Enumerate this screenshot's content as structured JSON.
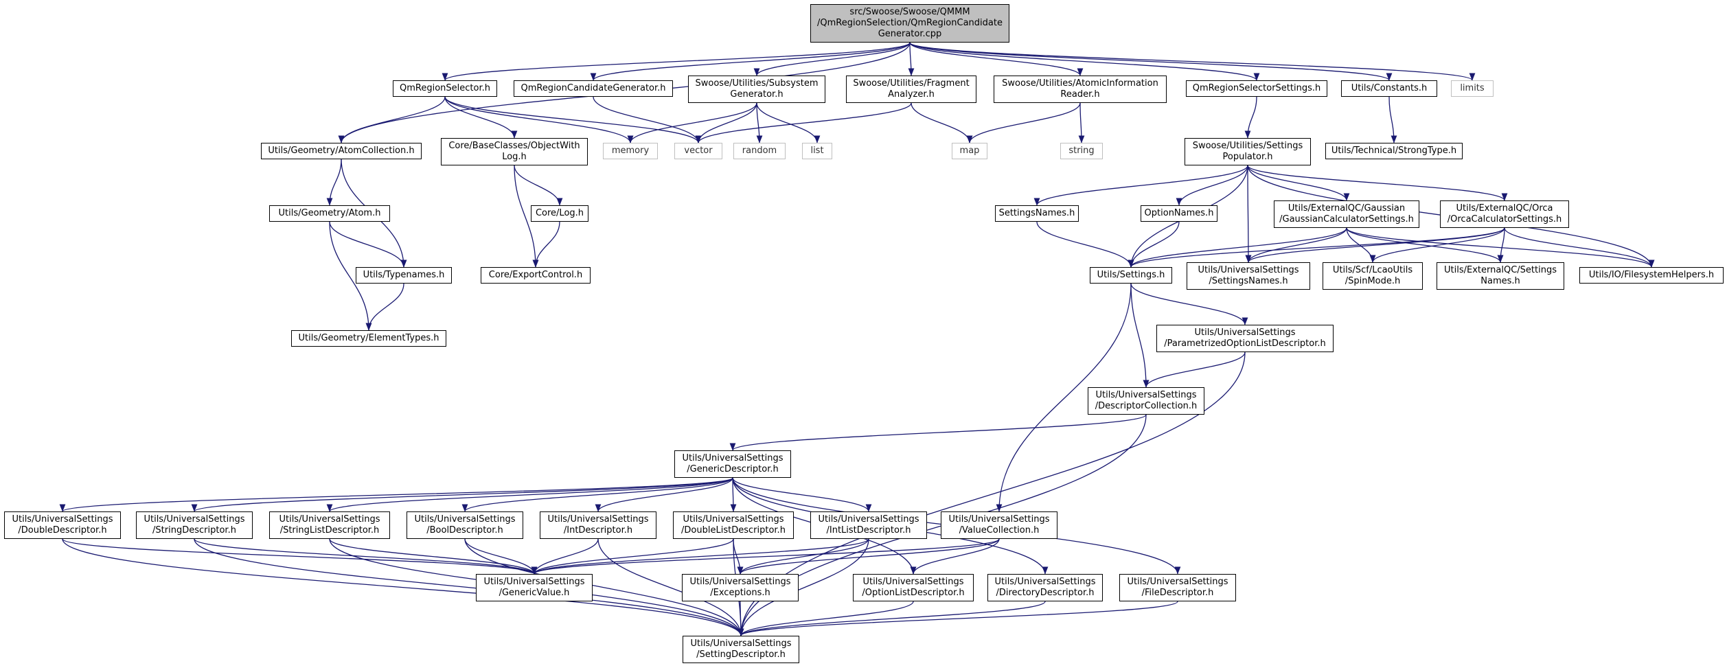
{
  "colors": {
    "edge": "#191970",
    "node_border": "#000000",
    "root_fill": "#bfbfbf",
    "external_border": "#bfbfbf"
  },
  "nodes": [
    {
      "id": "root",
      "lines": [
        "src/Swoose/Swoose/QMMM",
        "/QmRegionSelection/QmRegionCandidate",
        "Generator.cpp"
      ],
      "kind": "root"
    },
    {
      "id": "qmsel",
      "lines": [
        "QmRegionSelector.h"
      ],
      "kind": "file"
    },
    {
      "id": "qmcand",
      "lines": [
        "QmRegionCandidateGenerator.h"
      ],
      "kind": "file"
    },
    {
      "id": "subsys",
      "lines": [
        "Swoose/Utilities/Subsystem",
        "Generator.h"
      ],
      "kind": "file"
    },
    {
      "id": "frag",
      "lines": [
        "Swoose/Utilities/Fragment",
        "Analyzer.h"
      ],
      "kind": "file"
    },
    {
      "id": "atominfo",
      "lines": [
        "Swoose/Utilities/AtomicInformation",
        "Reader.h"
      ],
      "kind": "file"
    },
    {
      "id": "qmselset",
      "lines": [
        "QmRegionSelectorSettings.h"
      ],
      "kind": "file"
    },
    {
      "id": "consts",
      "lines": [
        "Utils/Constants.h"
      ],
      "kind": "file"
    },
    {
      "id": "limits",
      "lines": [
        "limits"
      ],
      "kind": "external"
    },
    {
      "id": "atomcoll",
      "lines": [
        "Utils/Geometry/AtomCollection.h"
      ],
      "kind": "file"
    },
    {
      "id": "objlog",
      "lines": [
        "Core/BaseClasses/ObjectWith",
        "Log.h"
      ],
      "kind": "file"
    },
    {
      "id": "memory",
      "lines": [
        "memory"
      ],
      "kind": "external"
    },
    {
      "id": "vector",
      "lines": [
        "vector"
      ],
      "kind": "external"
    },
    {
      "id": "random",
      "lines": [
        "random"
      ],
      "kind": "external"
    },
    {
      "id": "list",
      "lines": [
        "list"
      ],
      "kind": "external"
    },
    {
      "id": "map",
      "lines": [
        "map"
      ],
      "kind": "external"
    },
    {
      "id": "string",
      "lines": [
        "string"
      ],
      "kind": "external"
    },
    {
      "id": "settpop",
      "lines": [
        "Swoose/Utilities/Settings",
        "Populator.h"
      ],
      "kind": "file"
    },
    {
      "id": "strongtype",
      "lines": [
        "Utils/Technical/StrongType.h"
      ],
      "kind": "file"
    },
    {
      "id": "atom",
      "lines": [
        "Utils/Geometry/Atom.h"
      ],
      "kind": "file"
    },
    {
      "id": "corelog",
      "lines": [
        "Core/Log.h"
      ],
      "kind": "file"
    },
    {
      "id": "setnames",
      "lines": [
        "SettingsNames.h"
      ],
      "kind": "file"
    },
    {
      "id": "optnames",
      "lines": [
        "OptionNames.h"
      ],
      "kind": "file"
    },
    {
      "id": "gauss",
      "lines": [
        "Utils/ExternalQC/Gaussian",
        "/GaussianCalculatorSettings.h"
      ],
      "kind": "file"
    },
    {
      "id": "orca",
      "lines": [
        "Utils/ExternalQC/Orca",
        "/OrcaCalculatorSettings.h"
      ],
      "kind": "file"
    },
    {
      "id": "typenames",
      "lines": [
        "Utils/Typenames.h"
      ],
      "kind": "file"
    },
    {
      "id": "exportctl",
      "lines": [
        "Core/ExportControl.h"
      ],
      "kind": "file"
    },
    {
      "id": "settings",
      "lines": [
        "Utils/Settings.h"
      ],
      "kind": "file"
    },
    {
      "id": "usnames",
      "lines": [
        "Utils/UniversalSettings",
        "/SettingsNames.h"
      ],
      "kind": "file"
    },
    {
      "id": "spinmode",
      "lines": [
        "Utils/Scf/LcaoUtils",
        "/SpinMode.h"
      ],
      "kind": "file"
    },
    {
      "id": "extnames",
      "lines": [
        "Utils/ExternalQC/Settings",
        "Names.h"
      ],
      "kind": "file"
    },
    {
      "id": "fshelp",
      "lines": [
        "Utils/IO/FilesystemHelpers.h"
      ],
      "kind": "file"
    },
    {
      "id": "elemtypes",
      "lines": [
        "Utils/Geometry/ElementTypes.h"
      ],
      "kind": "file"
    },
    {
      "id": "paramopt",
      "lines": [
        "Utils/UniversalSettings",
        "/ParametrizedOptionListDescriptor.h"
      ],
      "kind": "file"
    },
    {
      "id": "desccoll",
      "lines": [
        "Utils/UniversalSettings",
        "/DescriptorCollection.h"
      ],
      "kind": "file"
    },
    {
      "id": "generic",
      "lines": [
        "Utils/UniversalSettings",
        "/GenericDescriptor.h"
      ],
      "kind": "file"
    },
    {
      "id": "dbl",
      "lines": [
        "Utils/UniversalSettings",
        "/DoubleDescriptor.h"
      ],
      "kind": "file"
    },
    {
      "id": "strd",
      "lines": [
        "Utils/UniversalSettings",
        "/StringDescriptor.h"
      ],
      "kind": "file"
    },
    {
      "id": "strlist",
      "lines": [
        "Utils/UniversalSettings",
        "/StringListDescriptor.h"
      ],
      "kind": "file"
    },
    {
      "id": "boold",
      "lines": [
        "Utils/UniversalSettings",
        "/BoolDescriptor.h"
      ],
      "kind": "file"
    },
    {
      "id": "intd",
      "lines": [
        "Utils/UniversalSettings",
        "/IntDescriptor.h"
      ],
      "kind": "file"
    },
    {
      "id": "dbllist",
      "lines": [
        "Utils/UniversalSettings",
        "/DoubleListDescriptor.h"
      ],
      "kind": "file"
    },
    {
      "id": "intlist",
      "lines": [
        "Utils/UniversalSettings",
        "/IntListDescriptor.h"
      ],
      "kind": "file"
    },
    {
      "id": "valcoll",
      "lines": [
        "Utils/UniversalSettings",
        "/ValueCollection.h"
      ],
      "kind": "file"
    },
    {
      "id": "genval",
      "lines": [
        "Utils/UniversalSettings",
        "/GenericValue.h"
      ],
      "kind": "file"
    },
    {
      "id": "exceptions",
      "lines": [
        "Utils/UniversalSettings",
        "/Exceptions.h"
      ],
      "kind": "file"
    },
    {
      "id": "optlist",
      "lines": [
        "Utils/UniversalSettings",
        "/OptionListDescriptor.h"
      ],
      "kind": "file"
    },
    {
      "id": "dird",
      "lines": [
        "Utils/UniversalSettings",
        "/DirectoryDescriptor.h"
      ],
      "kind": "file"
    },
    {
      "id": "filed",
      "lines": [
        "Utils/UniversalSettings",
        "/FileDescriptor.h"
      ],
      "kind": "file"
    },
    {
      "id": "settdesc",
      "lines": [
        "Utils/UniversalSettings",
        "/SettingDescriptor.h"
      ],
      "kind": "file"
    }
  ],
  "edges": [
    [
      "root",
      "qmsel"
    ],
    [
      "root",
      "qmcand"
    ],
    [
      "root",
      "subsys"
    ],
    [
      "root",
      "frag"
    ],
    [
      "root",
      "atominfo"
    ],
    [
      "root",
      "qmselset"
    ],
    [
      "root",
      "consts"
    ],
    [
      "root",
      "limits"
    ],
    [
      "root",
      "atomcoll"
    ],
    [
      "qmsel",
      "atomcoll"
    ],
    [
      "qmsel",
      "objlog"
    ],
    [
      "qmsel",
      "memory"
    ],
    [
      "qmsel",
      "vector"
    ],
    [
      "qmcand",
      "vector"
    ],
    [
      "subsys",
      "memory"
    ],
    [
      "subsys",
      "vector"
    ],
    [
      "subsys",
      "random"
    ],
    [
      "subsys",
      "list"
    ],
    [
      "frag",
      "vector"
    ],
    [
      "frag",
      "map"
    ],
    [
      "atominfo",
      "map"
    ],
    [
      "atominfo",
      "string"
    ],
    [
      "qmselset",
      "settpop"
    ],
    [
      "consts",
      "strongtype"
    ],
    [
      "atomcoll",
      "atom"
    ],
    [
      "atomcoll",
      "typenames"
    ],
    [
      "atom",
      "typenames"
    ],
    [
      "atom",
      "elemtypes"
    ],
    [
      "typenames",
      "elemtypes"
    ],
    [
      "objlog",
      "corelog"
    ],
    [
      "objlog",
      "exportctl"
    ],
    [
      "corelog",
      "exportctl"
    ],
    [
      "settpop",
      "setnames"
    ],
    [
      "settpop",
      "optnames"
    ],
    [
      "settpop",
      "gauss"
    ],
    [
      "settpop",
      "orca"
    ],
    [
      "settpop",
      "settings"
    ],
    [
      "settpop",
      "usnames"
    ],
    [
      "settpop",
      "fshelp"
    ],
    [
      "setnames",
      "settings"
    ],
    [
      "optnames",
      "settings"
    ],
    [
      "gauss",
      "settings"
    ],
    [
      "gauss",
      "usnames"
    ],
    [
      "gauss",
      "spinmode"
    ],
    [
      "gauss",
      "extnames"
    ],
    [
      "gauss",
      "fshelp"
    ],
    [
      "orca",
      "settings"
    ],
    [
      "orca",
      "usnames"
    ],
    [
      "orca",
      "spinmode"
    ],
    [
      "orca",
      "extnames"
    ],
    [
      "orca",
      "fshelp"
    ],
    [
      "settings",
      "paramopt"
    ],
    [
      "settings",
      "desccoll"
    ],
    [
      "settings",
      "valcoll"
    ],
    [
      "paramopt",
      "desccoll"
    ],
    [
      "paramopt",
      "settdesc"
    ],
    [
      "desccoll",
      "generic"
    ],
    [
      "desccoll",
      "settdesc"
    ],
    [
      "generic",
      "dbl"
    ],
    [
      "generic",
      "strd"
    ],
    [
      "generic",
      "strlist"
    ],
    [
      "generic",
      "boold"
    ],
    [
      "generic",
      "intd"
    ],
    [
      "generic",
      "dbllist"
    ],
    [
      "generic",
      "intlist"
    ],
    [
      "generic",
      "optlist"
    ],
    [
      "generic",
      "dird"
    ],
    [
      "generic",
      "filed"
    ],
    [
      "dbl",
      "genval"
    ],
    [
      "dbl",
      "settdesc"
    ],
    [
      "strd",
      "genval"
    ],
    [
      "strd",
      "settdesc"
    ],
    [
      "strlist",
      "genval"
    ],
    [
      "strlist",
      "settdesc"
    ],
    [
      "boold",
      "genval"
    ],
    [
      "boold",
      "settdesc"
    ],
    [
      "intd",
      "genval"
    ],
    [
      "intd",
      "settdesc"
    ],
    [
      "dbllist",
      "genval"
    ],
    [
      "dbllist",
      "exceptions"
    ],
    [
      "dbllist",
      "settdesc"
    ],
    [
      "intlist",
      "genval"
    ],
    [
      "intlist",
      "exceptions"
    ],
    [
      "intlist",
      "settdesc"
    ],
    [
      "valcoll",
      "genval"
    ],
    [
      "valcoll",
      "exceptions"
    ],
    [
      "valcoll",
      "optlist"
    ],
    [
      "exceptions",
      "settdesc"
    ],
    [
      "optlist",
      "settdesc"
    ],
    [
      "dird",
      "settdesc"
    ],
    [
      "filed",
      "settdesc"
    ]
  ]
}
